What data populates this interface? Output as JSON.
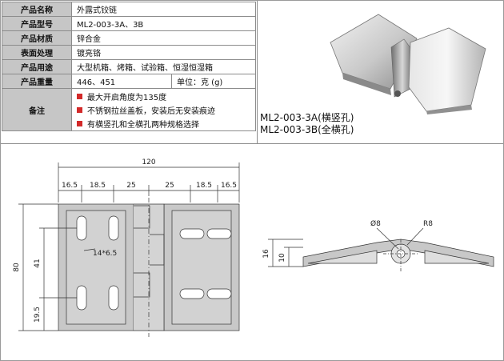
{
  "spec": {
    "rows": [
      {
        "label": "产品名称",
        "value": "外露式铰链"
      },
      {
        "label": "产品型号",
        "value": "ML2-003-3A、3B"
      },
      {
        "label": "产品材质",
        "value": "锌合金"
      },
      {
        "label": "表面处理",
        "value": "镀亮铬"
      },
      {
        "label": "产品用途",
        "value": "大型机箱、烤箱、试验箱、恒湿恒湿箱"
      }
    ],
    "weight": {
      "label": "产品重量",
      "value": "446、451",
      "unit_label": "单位：克 (g)"
    },
    "notes": {
      "label": "备注",
      "items": [
        "最大开启角度为135度",
        "不锈钢拉丝盖板，安装后无安装痕迹",
        "有横竖孔和全横孔两种规格选择"
      ],
      "bullet_color": "#d32a2a"
    }
  },
  "models": [
    "ML2-003-3A(横竖孔)",
    "ML2-003-3B(全横孔)"
  ],
  "drawing": {
    "front": {
      "overall_width": "120",
      "top_dims": [
        "16.5",
        "18.5",
        "25",
        "25",
        "18.5",
        "16.5"
      ],
      "height": "80",
      "left_dims": [
        "41",
        "19.5"
      ],
      "slot_label": "14*6.5"
    },
    "side": {
      "hole_label": "Ø8",
      "radius_label": "R8",
      "dims": [
        "16",
        "10"
      ]
    }
  },
  "colors": {
    "label_bg": "#c6c6c6",
    "body": "#c8c8c8",
    "lines": "#333333"
  }
}
